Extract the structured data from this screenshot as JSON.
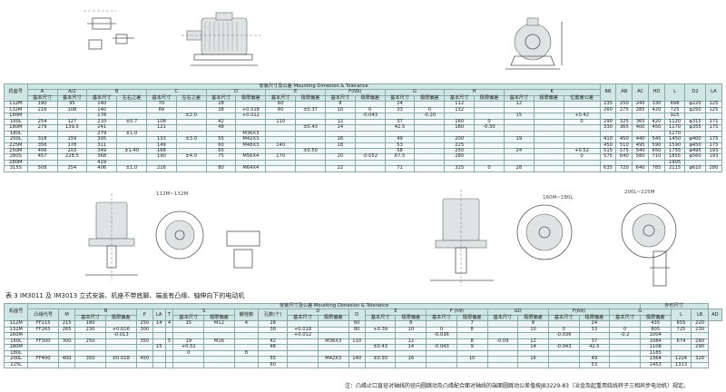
{
  "drawing_labels": {
    "label_112_132": "112M~132M",
    "label_160_180": "160M~180L",
    "label_200_225": "200L~225M"
  },
  "table1": {
    "group_header": "安装尺寸及公差 Mounting Dimesion & Tolerance",
    "head_frame": "机座号",
    "head_A": "A",
    "head_A2": "A/2",
    "head_B": "B",
    "head_lrd": "左右之差",
    "head_C": "C",
    "head_lrd2": "左右之差",
    "head_D": "D",
    "head_E": "E",
    "head_E1": "E1",
    "head_F": "F(N9)",
    "head_G": "G",
    "head_H": "H",
    "head_K": "K",
    "head_nominal": "基本尺寸",
    "head_tol": "极限偏差",
    "head_pos": "位置度公差",
    "head_M": "M",
    "head_BB": "BB",
    "head_AB": "AB",
    "head_AC": "AC",
    "head_HD": "HD",
    "head_L": "L",
    "head_D2": "D2",
    "head_LA": "LA",
    "rows": [
      [
        "112M",
        "190",
        "95",
        "140",
        "",
        "70",
        "",
        "28",
        "",
        "60",
        "",
        "8",
        "",
        "24",
        "",
        "112",
        "",
        "12",
        "",
        "",
        "235",
        "250",
        "245",
        "330",
        "698",
        "φ220",
        "125"
      ],
      [
        "132M",
        "216",
        "108",
        "140",
        "",
        "89",
        "",
        "38",
        "+0.018",
        "80",
        "±0.37",
        "10",
        "0",
        "33",
        "0",
        "132",
        "",
        "",
        "",
        "",
        "260",
        "275",
        "285",
        "420",
        "725",
        "φ250",
        "125"
      ],
      [
        "160M",
        "",
        "",
        "178",
        "",
        "",
        "±2.0",
        "",
        "+0.012",
        "",
        "",
        "",
        "-0.043",
        "",
        "-0.20",
        "",
        "",
        "15",
        "",
        "+0.42",
        "",
        "",
        "",
        "",
        "925",
        "",
        ""
      ],
      [
        "160L",
        "254",
        "127",
        "210",
        "±0.7",
        "108",
        "",
        "42",
        "",
        "110",
        "",
        "12",
        "",
        "37",
        "",
        "160",
        "0",
        "",
        "",
        "0",
        "290",
        "325",
        "365",
        "420",
        "1120",
        "φ315",
        "171"
      ],
      [
        "180M",
        "279",
        "139.5",
        "241",
        "",
        "121",
        "",
        "48",
        "",
        "",
        "±0.43",
        "14",
        "",
        "42.5",
        "",
        "180",
        "-0.50",
        "",
        "",
        "",
        "330",
        "365",
        "400",
        "450",
        "1170",
        "φ355",
        "175"
      ],
      [
        "180L",
        "",
        "",
        "279",
        "±1.0",
        "",
        "",
        "",
        "M36X3",
        "",
        "",
        "",
        "",
        "",
        "",
        "",
        "",
        "",
        "",
        "",
        "",
        "",
        "",
        "",
        "1270",
        "",
        ""
      ],
      [
        "200L",
        "318",
        "159",
        "305",
        "",
        "133",
        "±3.0",
        "55",
        "M42X3",
        "",
        "",
        "16",
        "",
        "49",
        "",
        "200",
        "",
        "19",
        "",
        "",
        "410",
        "450",
        "440",
        "545",
        "1450",
        "φ400",
        "175"
      ],
      [
        "225M",
        "356",
        "178",
        "311",
        "",
        "149",
        "",
        "60",
        "M48X3",
        "140",
        "",
        "18",
        "",
        "53",
        "",
        "225",
        "",
        "",
        "",
        "",
        "450",
        "510",
        "495",
        "590",
        "1590",
        "φ450",
        "175"
      ],
      [
        "250M",
        "406",
        "203",
        "349",
        "±1.40",
        "168",
        "",
        "65",
        "",
        "",
        "±0.50",
        "",
        "",
        "58",
        "",
        "250",
        "",
        "24",
        "",
        "+0.52",
        "515",
        "575",
        "540",
        "650",
        "1755",
        "φ495",
        "193"
      ],
      [
        "280S",
        "457",
        "228.5",
        "368",
        "",
        "190",
        "±4.0",
        "75",
        "M56X4",
        "170",
        "",
        "20",
        "-0.052",
        "67.5",
        "",
        "280",
        "",
        "",
        "",
        "0",
        "575",
        "640",
        "580",
        "710",
        "1855",
        "φ560",
        "193"
      ],
      [
        "280M",
        "",
        "",
        "419",
        "",
        "",
        "",
        "",
        "",
        "",
        "",
        "",
        "",
        "",
        "",
        "",
        "",
        "",
        "",
        "",
        "",
        "",
        "",
        "",
        "1905",
        "",
        ""
      ],
      [
        "315S",
        "508",
        "254",
        "406",
        "±1.0",
        "216",
        "",
        "80",
        "M64X4",
        "",
        "",
        "22",
        "",
        "71",
        "",
        "315",
        "0",
        "28",
        "",
        "",
        "635",
        "720",
        "640",
        "785",
        "2115",
        "φ610",
        "280"
      ]
    ]
  },
  "caption": "表 3  IM3011 及 IM3013 立式安装、机座不带底脚、端盖有凸缘、轴伸向下的电动机",
  "table2": {
    "group_header": "安装尺寸及公差 Mounting Dimesion & Tolerance",
    "outline_header": "外形尺寸",
    "head_frame": "机座号",
    "head_flange": "凸缘代号",
    "head_M": "M",
    "head_N": "N",
    "head_P": "P",
    "head_LA": "LA",
    "head_T": "T",
    "head_S": "S",
    "head_bolt": "螺栓数",
    "head_holes": "孔数(个)",
    "head_D": "D",
    "head_D2": "D",
    "head_E": "E",
    "head_E1": "E1",
    "head_F": "F (h9)",
    "head_GD": "GD",
    "head_FN": "F(N9)",
    "head_G": "G",
    "head_L": "L",
    "head_LB": "LB",
    "head_AD": "AD",
    "head_nominal": "基本尺寸",
    "head_tol": "极限偏差",
    "rows": [
      [
        "112M",
        "FF215",
        "215",
        "180",
        "",
        "250",
        "14",
        "4",
        "15",
        "M12",
        "4",
        "28",
        "",
        "",
        "60",
        "",
        "8",
        "",
        "7",
        "",
        "8",
        "",
        "24",
        "",
        "435",
        "655",
        "220"
      ],
      [
        "132M",
        "FF265",
        "265",
        "230",
        "+0.016",
        "300",
        "",
        "",
        "",
        "",
        "",
        "38",
        "+0.018",
        "",
        "80",
        "+0.39",
        "10",
        "0",
        "8",
        "",
        "10",
        "0",
        "33",
        "0",
        "805",
        "725",
        "230"
      ],
      [
        "160M",
        "",
        "",
        "",
        "-0.013",
        "",
        "",
        "",
        "",
        "",
        "",
        "",
        "+0.012",
        "",
        "",
        "",
        "",
        "-0.036",
        "",
        "",
        "",
        "-0.036",
        "",
        "-0.2",
        "1004",
        "",
        ""
      ],
      [
        "160L",
        "FF300",
        "300",
        "250",
        "",
        "350",
        "",
        "5",
        "19",
        "M16",
        "",
        "42",
        "",
        "M36X3",
        "110",
        "",
        "12",
        "",
        "8",
        "-0.09",
        "12",
        "",
        "37",
        "",
        "1084",
        "674",
        "260"
      ],
      [
        "180M",
        "",
        "",
        "",
        "",
        "",
        "15",
        "",
        "+0.52",
        "",
        "",
        "48",
        "",
        "",
        "",
        "±0.43",
        "14",
        "-0.043",
        "9",
        "",
        "14",
        "-0.043",
        "42.5",
        "",
        "1108",
        "",
        "290"
      ],
      [
        "180L",
        "",
        "",
        "",
        "",
        "",
        "",
        "",
        "0",
        "",
        "8",
        "",
        "",
        "",
        "",
        "",
        "",
        "",
        "",
        "",
        "",
        "",
        "",
        "",
        "1185",
        "",
        ""
      ],
      [
        "200L",
        "FF400",
        "400",
        "350",
        "±0.018",
        "450",
        "",
        "",
        "",
        "",
        "",
        "55",
        "",
        "M42X3",
        "140",
        "±0.50",
        "16",
        "",
        "10",
        "",
        "16",
        "",
        "49",
        "",
        "1364",
        "1224",
        "320"
      ],
      [
        "225L",
        "",
        "",
        "",
        "",
        "",
        "",
        "",
        "",
        "",
        "",
        "60",
        "",
        "",
        "",
        "",
        "",
        "",
        "",
        "",
        "",
        "",
        "53",
        "",
        "1453",
        "1313",
        ""
      ]
    ]
  },
  "note": "注：凸缘止口直径对轴线的径向圆跳动及凸缘配合面对轴线的端面圆跳动公差值按JB3229-83（冶金及起重用绕线转子三相异步电动机）规定。"
}
